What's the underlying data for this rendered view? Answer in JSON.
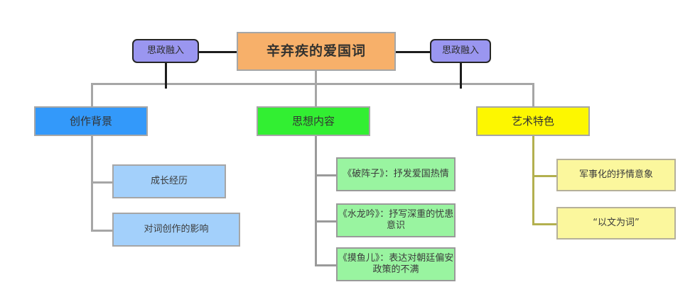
{
  "diagram": {
    "type": "mind-map",
    "root": {
      "label": "辛弃疾的爱国词",
      "color": "#f7b06a"
    },
    "annotations": [
      {
        "label": "思政融入",
        "color": "#9a96f0",
        "side": "left"
      },
      {
        "label": "思政融入",
        "color": "#9a96f0",
        "side": "right"
      }
    ],
    "branches": [
      {
        "label": "创作背景",
        "color": "#3399fa",
        "leaf_color": "#a3d0fb",
        "children": [
          {
            "label": "成长经历"
          },
          {
            "label": "对词创作的影响"
          }
        ]
      },
      {
        "label": "思想内容",
        "color": "#32ef32",
        "leaf_color": "#99f4a0",
        "children": [
          {
            "label": "《破阵子》：抒发爱国热情"
          },
          {
            "label": "《水龙吟》：抒写深重的忧患意识"
          },
          {
            "label": "《摸鱼儿》：表达对朝廷偏安政策的不满"
          }
        ]
      },
      {
        "label": "艺术特色",
        "color": "#fdf700",
        "leaf_color": "#fbf79d",
        "children": [
          {
            "label": "军事化的抒情意象"
          },
          {
            "label": "“以文为词”"
          }
        ]
      }
    ]
  }
}
